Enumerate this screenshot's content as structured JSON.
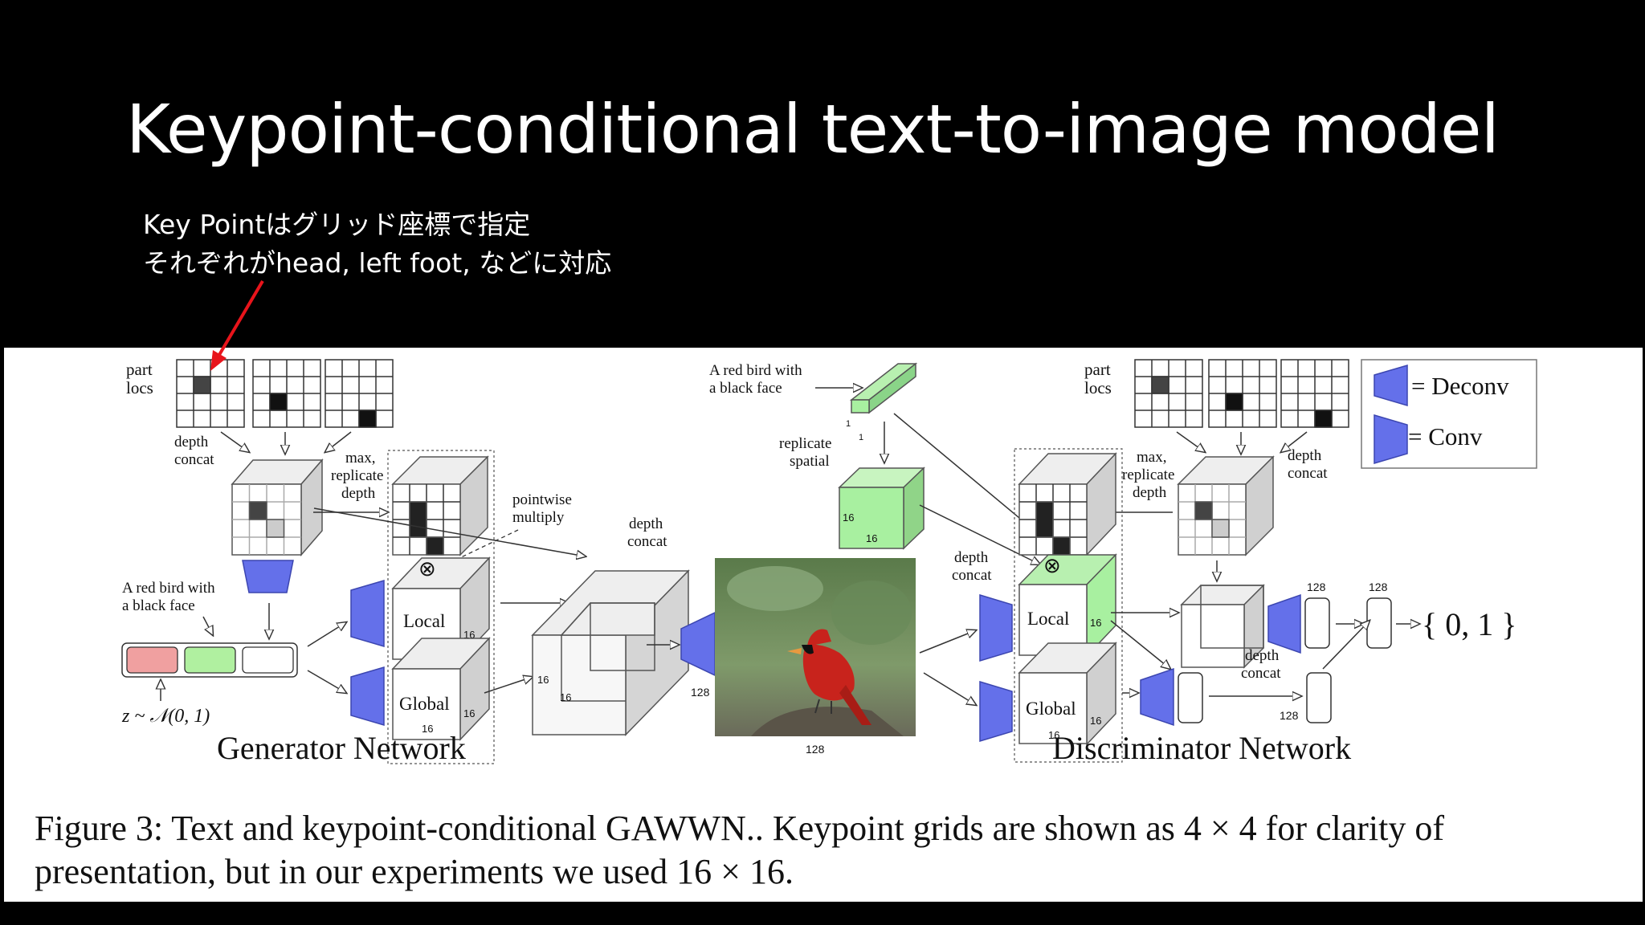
{
  "slide": {
    "title": "Keypoint-conditional text-to-image model",
    "note_line1": "Key Pointはグリッド座標で指定",
    "note_line2": "それぞれがhead, left foot, などに対応"
  },
  "figure": {
    "generator": {
      "part_locs_1": "part",
      "part_locs_2": "locs",
      "depth_concat_1": "depth",
      "depth_concat_2": "concat",
      "max_1": "max,",
      "max_2": "replicate",
      "max_3": "depth",
      "pointwise_1": "pointwise",
      "pointwise_2": "multiply",
      "depth_concat2_1": "depth",
      "depth_concat2_2": "concat",
      "text_1": "A red bird with",
      "text_2": "a black face",
      "noise": "z ~ 𝒩(0, 1)",
      "local": "Local",
      "global": "Global",
      "local_16a": "16",
      "local_16b": "16",
      "global_16a": "16",
      "global_16b": "16",
      "big_16a": "16",
      "big_16b": "16",
      "out_128": "128",
      "op_symbol": "⊗",
      "network_label": "Generator Network"
    },
    "center": {
      "text_1": "A red bird with",
      "text_2": "a black face",
      "replicate_1": "replicate",
      "replicate_2": "spatial",
      "one_a": "1",
      "one_b": "1",
      "green_16a": "16",
      "green_16b": "16",
      "img_128": "128"
    },
    "discriminator": {
      "part_locs_1": "part",
      "part_locs_2": "locs",
      "max_1": "max,",
      "max_2": "replicate",
      "max_3": "depth",
      "depth_concat_1": "depth",
      "depth_concat_2": "concat",
      "depth_concat_l_1": "depth",
      "depth_concat_l_2": "concat",
      "depth_concat_b_1": "depth",
      "depth_concat_b_2": "concat",
      "local": "Local",
      "global": "Global",
      "local_16a": "16",
      "local_16b": "16",
      "global_16a": "16",
      "global_16b": "16",
      "n128_a": "128",
      "n128_b": "128",
      "n128_c": "128",
      "output": "{ 0, 1 }",
      "op_symbol": "⊗",
      "network_label": "Discriminator Network"
    },
    "legend": {
      "deconv": "= Deconv",
      "conv": "= Conv"
    },
    "colors": {
      "conv_blue": "#6470ea",
      "green": "#a8f0a0",
      "red_box": "#f0a0a0",
      "green_box": "#b0f0a0"
    },
    "caption_line1": "Figure 3: Text and keypoint-conditional GAWWN.. Keypoint grids are shown as 4 × 4 for clarity of",
    "caption_line2": "presentation, but in our experiments we used 16 × 16."
  }
}
